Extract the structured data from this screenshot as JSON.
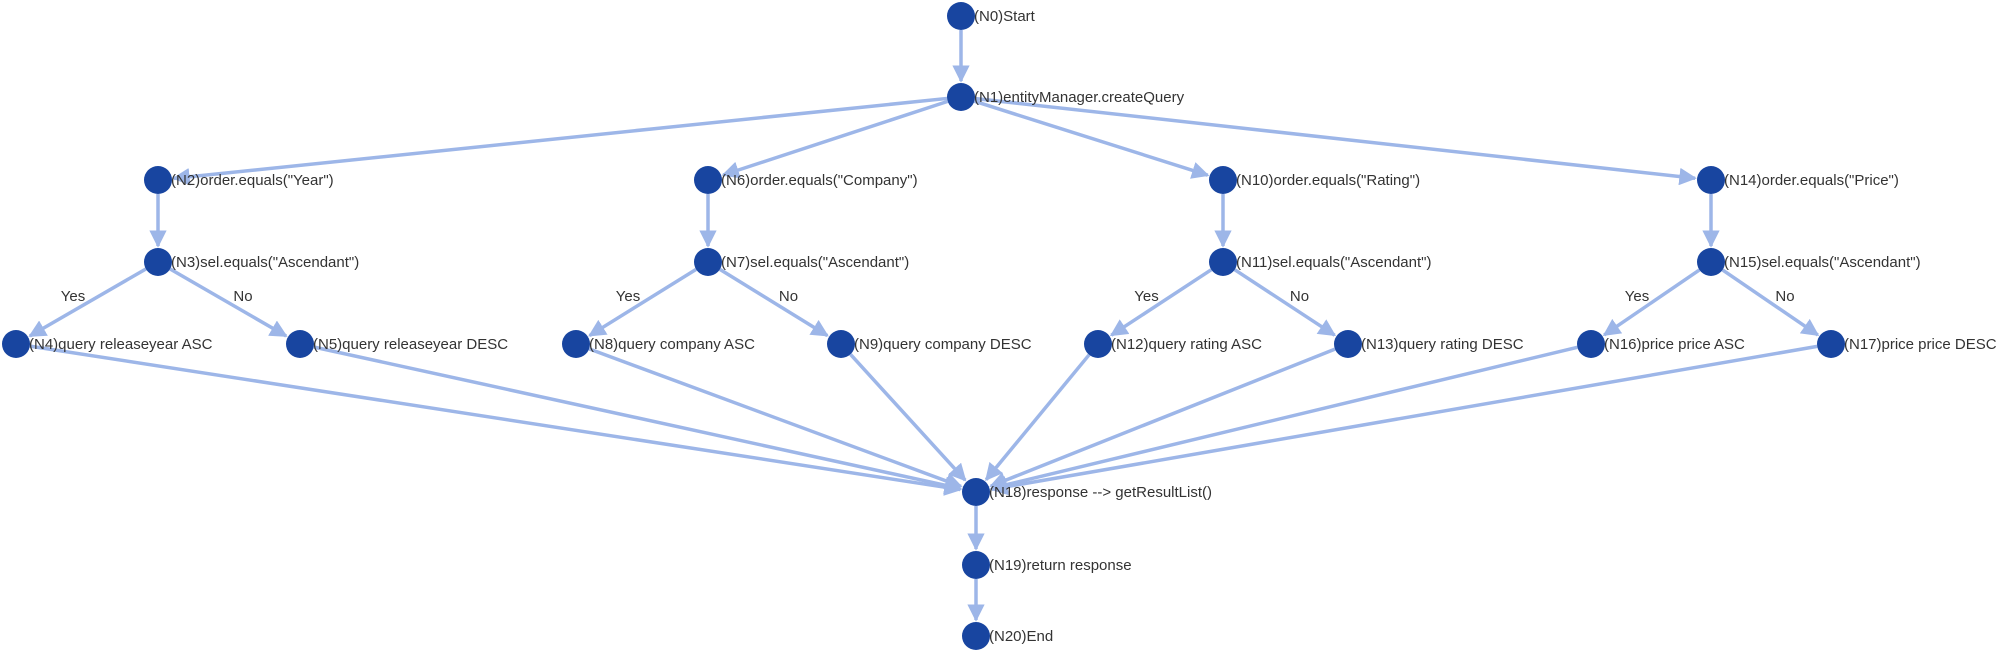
{
  "nodes": [
    {
      "id": "N0",
      "label": "(N0)Start"
    },
    {
      "id": "N1",
      "label": "(N1)entityManager.createQuery"
    },
    {
      "id": "N2",
      "label": "(N2)order.equals(\"Year\")"
    },
    {
      "id": "N3",
      "label": "(N3)sel.equals(\"Ascendant\")"
    },
    {
      "id": "N4",
      "label": "(N4)query releaseyear ASC"
    },
    {
      "id": "N5",
      "label": "(N5)query releaseyear DESC"
    },
    {
      "id": "N6",
      "label": "(N6)order.equals(\"Company\")"
    },
    {
      "id": "N7",
      "label": "(N7)sel.equals(\"Ascendant\")"
    },
    {
      "id": "N8",
      "label": "(N8)query company ASC"
    },
    {
      "id": "N9",
      "label": "(N9)query company DESC"
    },
    {
      "id": "N10",
      "label": "(N10)order.equals(\"Rating\")"
    },
    {
      "id": "N11",
      "label": "(N11)sel.equals(\"Ascendant\")"
    },
    {
      "id": "N12",
      "label": "(N12)query rating ASC"
    },
    {
      "id": "N13",
      "label": "(N13)query rating DESC"
    },
    {
      "id": "N14",
      "label": "(N14)order.equals(\"Price\")"
    },
    {
      "id": "N15",
      "label": "(N15)sel.equals(\"Ascendant\")"
    },
    {
      "id": "N16",
      "label": "(N16)price price ASC"
    },
    {
      "id": "N17",
      "label": "(N17)price price DESC"
    },
    {
      "id": "N18",
      "label": "(N18)response --> getResultList()"
    },
    {
      "id": "N19",
      "label": "(N19)return response"
    },
    {
      "id": "N20",
      "label": "(N20)End"
    }
  ],
  "edges": [
    {
      "from": "N0",
      "to": "N1",
      "label": ""
    },
    {
      "from": "N1",
      "to": "N2",
      "label": ""
    },
    {
      "from": "N1",
      "to": "N6",
      "label": ""
    },
    {
      "from": "N1",
      "to": "N10",
      "label": ""
    },
    {
      "from": "N1",
      "to": "N14",
      "label": ""
    },
    {
      "from": "N2",
      "to": "N3",
      "label": ""
    },
    {
      "from": "N3",
      "to": "N4",
      "label": "Yes"
    },
    {
      "from": "N3",
      "to": "N5",
      "label": "No"
    },
    {
      "from": "N6",
      "to": "N7",
      "label": ""
    },
    {
      "from": "N7",
      "to": "N8",
      "label": "Yes"
    },
    {
      "from": "N7",
      "to": "N9",
      "label": "No"
    },
    {
      "from": "N10",
      "to": "N11",
      "label": ""
    },
    {
      "from": "N11",
      "to": "N12",
      "label": "Yes"
    },
    {
      "from": "N11",
      "to": "N13",
      "label": "No"
    },
    {
      "from": "N14",
      "to": "N15",
      "label": ""
    },
    {
      "from": "N15",
      "to": "N16",
      "label": "Yes"
    },
    {
      "from": "N15",
      "to": "N17",
      "label": "No"
    },
    {
      "from": "N4",
      "to": "N18",
      "label": ""
    },
    {
      "from": "N5",
      "to": "N18",
      "label": ""
    },
    {
      "from": "N8",
      "to": "N18",
      "label": ""
    },
    {
      "from": "N9",
      "to": "N18",
      "label": ""
    },
    {
      "from": "N12",
      "to": "N18",
      "label": ""
    },
    {
      "from": "N13",
      "to": "N18",
      "label": ""
    },
    {
      "from": "N16",
      "to": "N18",
      "label": ""
    },
    {
      "from": "N17",
      "to": "N18",
      "label": ""
    },
    {
      "from": "N18",
      "to": "N19",
      "label": ""
    },
    {
      "from": "N19",
      "to": "N20",
      "label": ""
    }
  ],
  "colors": {
    "node": "#1845a0",
    "edge": "#9db6e8",
    "text": "#333333"
  }
}
